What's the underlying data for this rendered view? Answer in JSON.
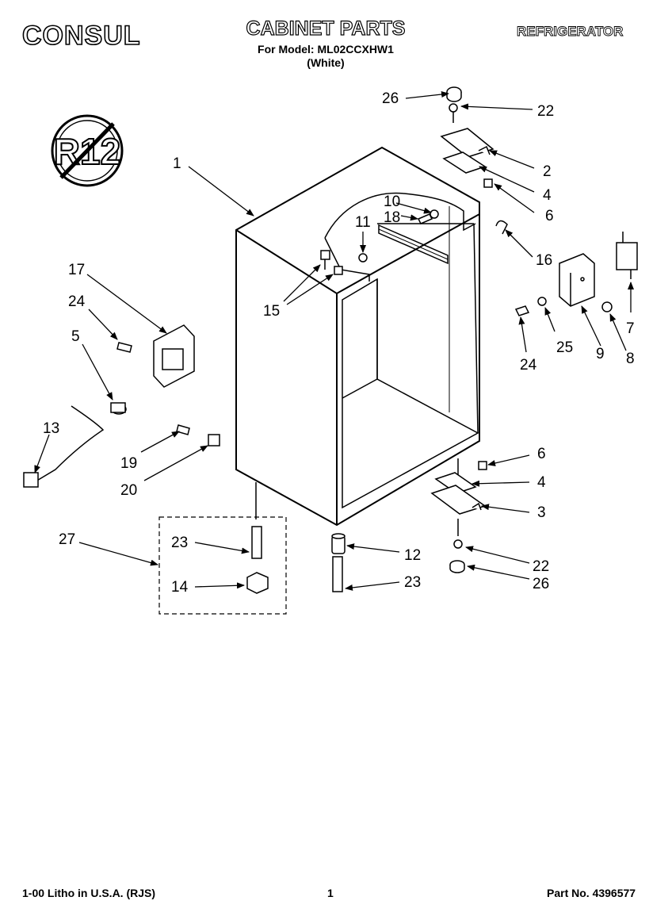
{
  "header": {
    "brand": "CONSUL",
    "title": "CABINET PARTS",
    "model_line": "For Model: ML02CCXHW1",
    "color_line": "(White)",
    "product_type": "REFRIGERATOR"
  },
  "badge": {
    "text": "R12"
  },
  "part_labels": [
    "1",
    "2",
    "3",
    "4",
    "4",
    "5",
    "6",
    "6",
    "7",
    "8",
    "9",
    "10",
    "11",
    "12",
    "13",
    "14",
    "15",
    "16",
    "17",
    "18",
    "19",
    "20",
    "22",
    "22",
    "23",
    "23",
    "24",
    "24",
    "25",
    "26",
    "26",
    "27"
  ],
  "footer": {
    "left": "1-00 Litho in U.S.A. (RJS)",
    "page": "1",
    "part_no": "Part No. 4396577"
  }
}
